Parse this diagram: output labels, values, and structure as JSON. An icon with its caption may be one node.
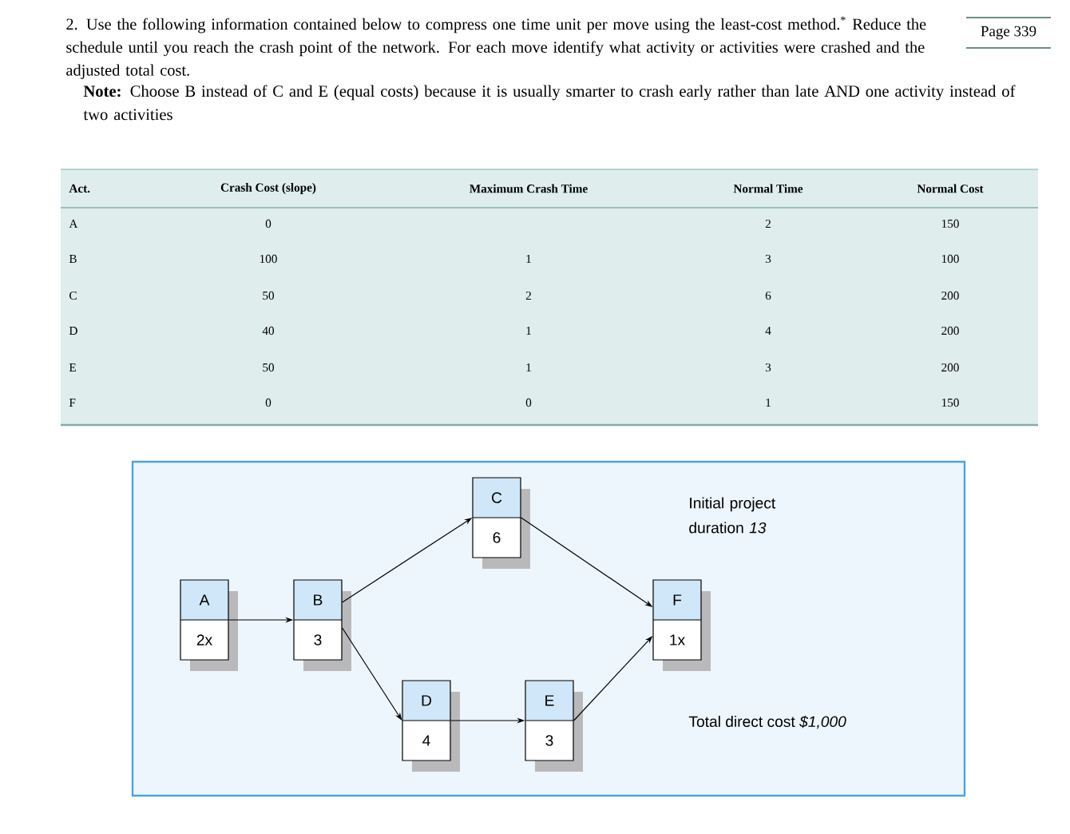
{
  "diagram": {
    "nodes": [
      {
        "text": [
          "Initial project duration *13*",
          "Total direct cost *$1,000*"
        ]
      },
      {
        "text": [
          "A",
          "2x"
        ],
        "in": 0
      },
      {
        "text": [
          "B",
          "3"
        ],
        "in": 0
      },
      {
        "text": [
          "C",
          "6"
        ],
        "in": 0
      },
      {
        "text": [
          "D",
          "4"
        ],
        "in": 0
      },
      {
        "text": [
          "E",
          "3"
        ],
        "in": 0
      },
      {
        "text": [
          "F",
          "1x"
        ],
        "in": 0
      }
    ],
    "edges": [
      {
        "from": 1,
        "to": 2,
        "arrow": "to"
      },
      {
        "from": 2,
        "to": 3,
        "arrow": "to"
      },
      {
        "from": 2,
        "to": 4,
        "arrow": "to"
      },
      {
        "from": 3,
        "to": 6,
        "arrow": "to"
      },
      {
        "from": 4,
        "to": 5,
        "arrow": "to"
      },
      {
        "from": 5,
        "to": 6,
        "arrow": "to"
      }
    ],
    "labels": [
      "2. Use the following information contained below to compress one time unit per move using the least-cost method.$^{*}$ Reduce the schedule until you reach the crash point of the network. For each move identify what activity or activities were crashed and the adjusted total cost.",
      "Page 339",
      "**Note:** Choose B instead of C and E (equal costs) because it is usually smarter to crash early rather than late AND one activity instead of two activities",
      "Act.",
      "Crash Cost (slope)",
      "Maximum Crash Time",
      "Normal Time",
      "Normal Cost",
      "A",
      "0",
      "2",
      "150",
      "B",
      "100",
      "1",
      "3",
      "100",
      "C",
      "50",
      "2",
      "6",
      "200",
      "D",
      "40",
      "1",
      "4",
      "200",
      "E",
      "50",
      "1",
      "3",
      "200",
      "F",
      "0",
      "0",
      "1",
      "150"
    ]
  }
}
